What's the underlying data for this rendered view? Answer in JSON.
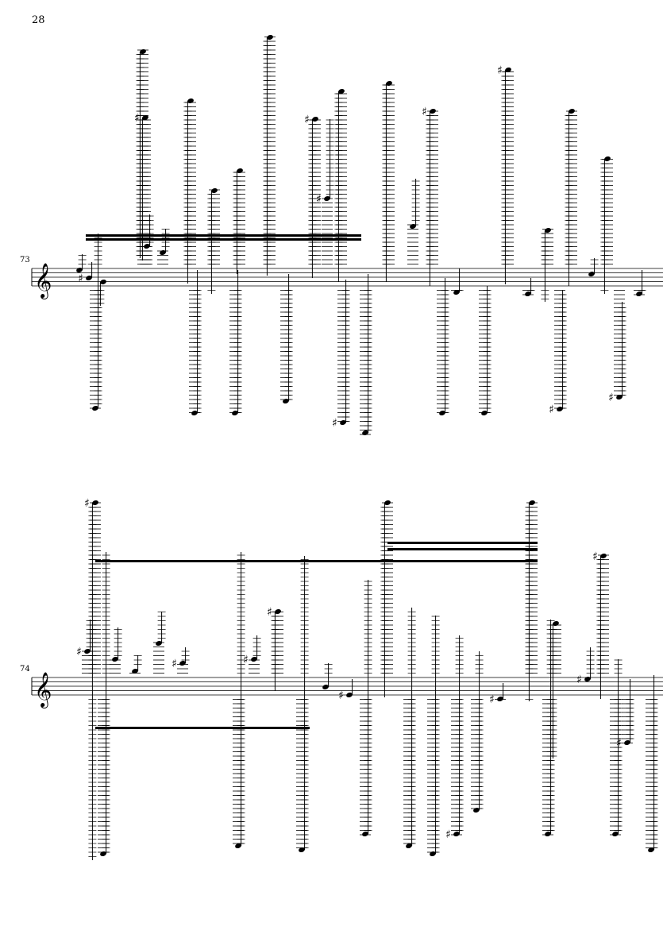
{
  "page": {
    "number": "28"
  },
  "systems": [
    {
      "measure_number": "73"
    },
    {
      "measure_number": "74"
    }
  ]
}
